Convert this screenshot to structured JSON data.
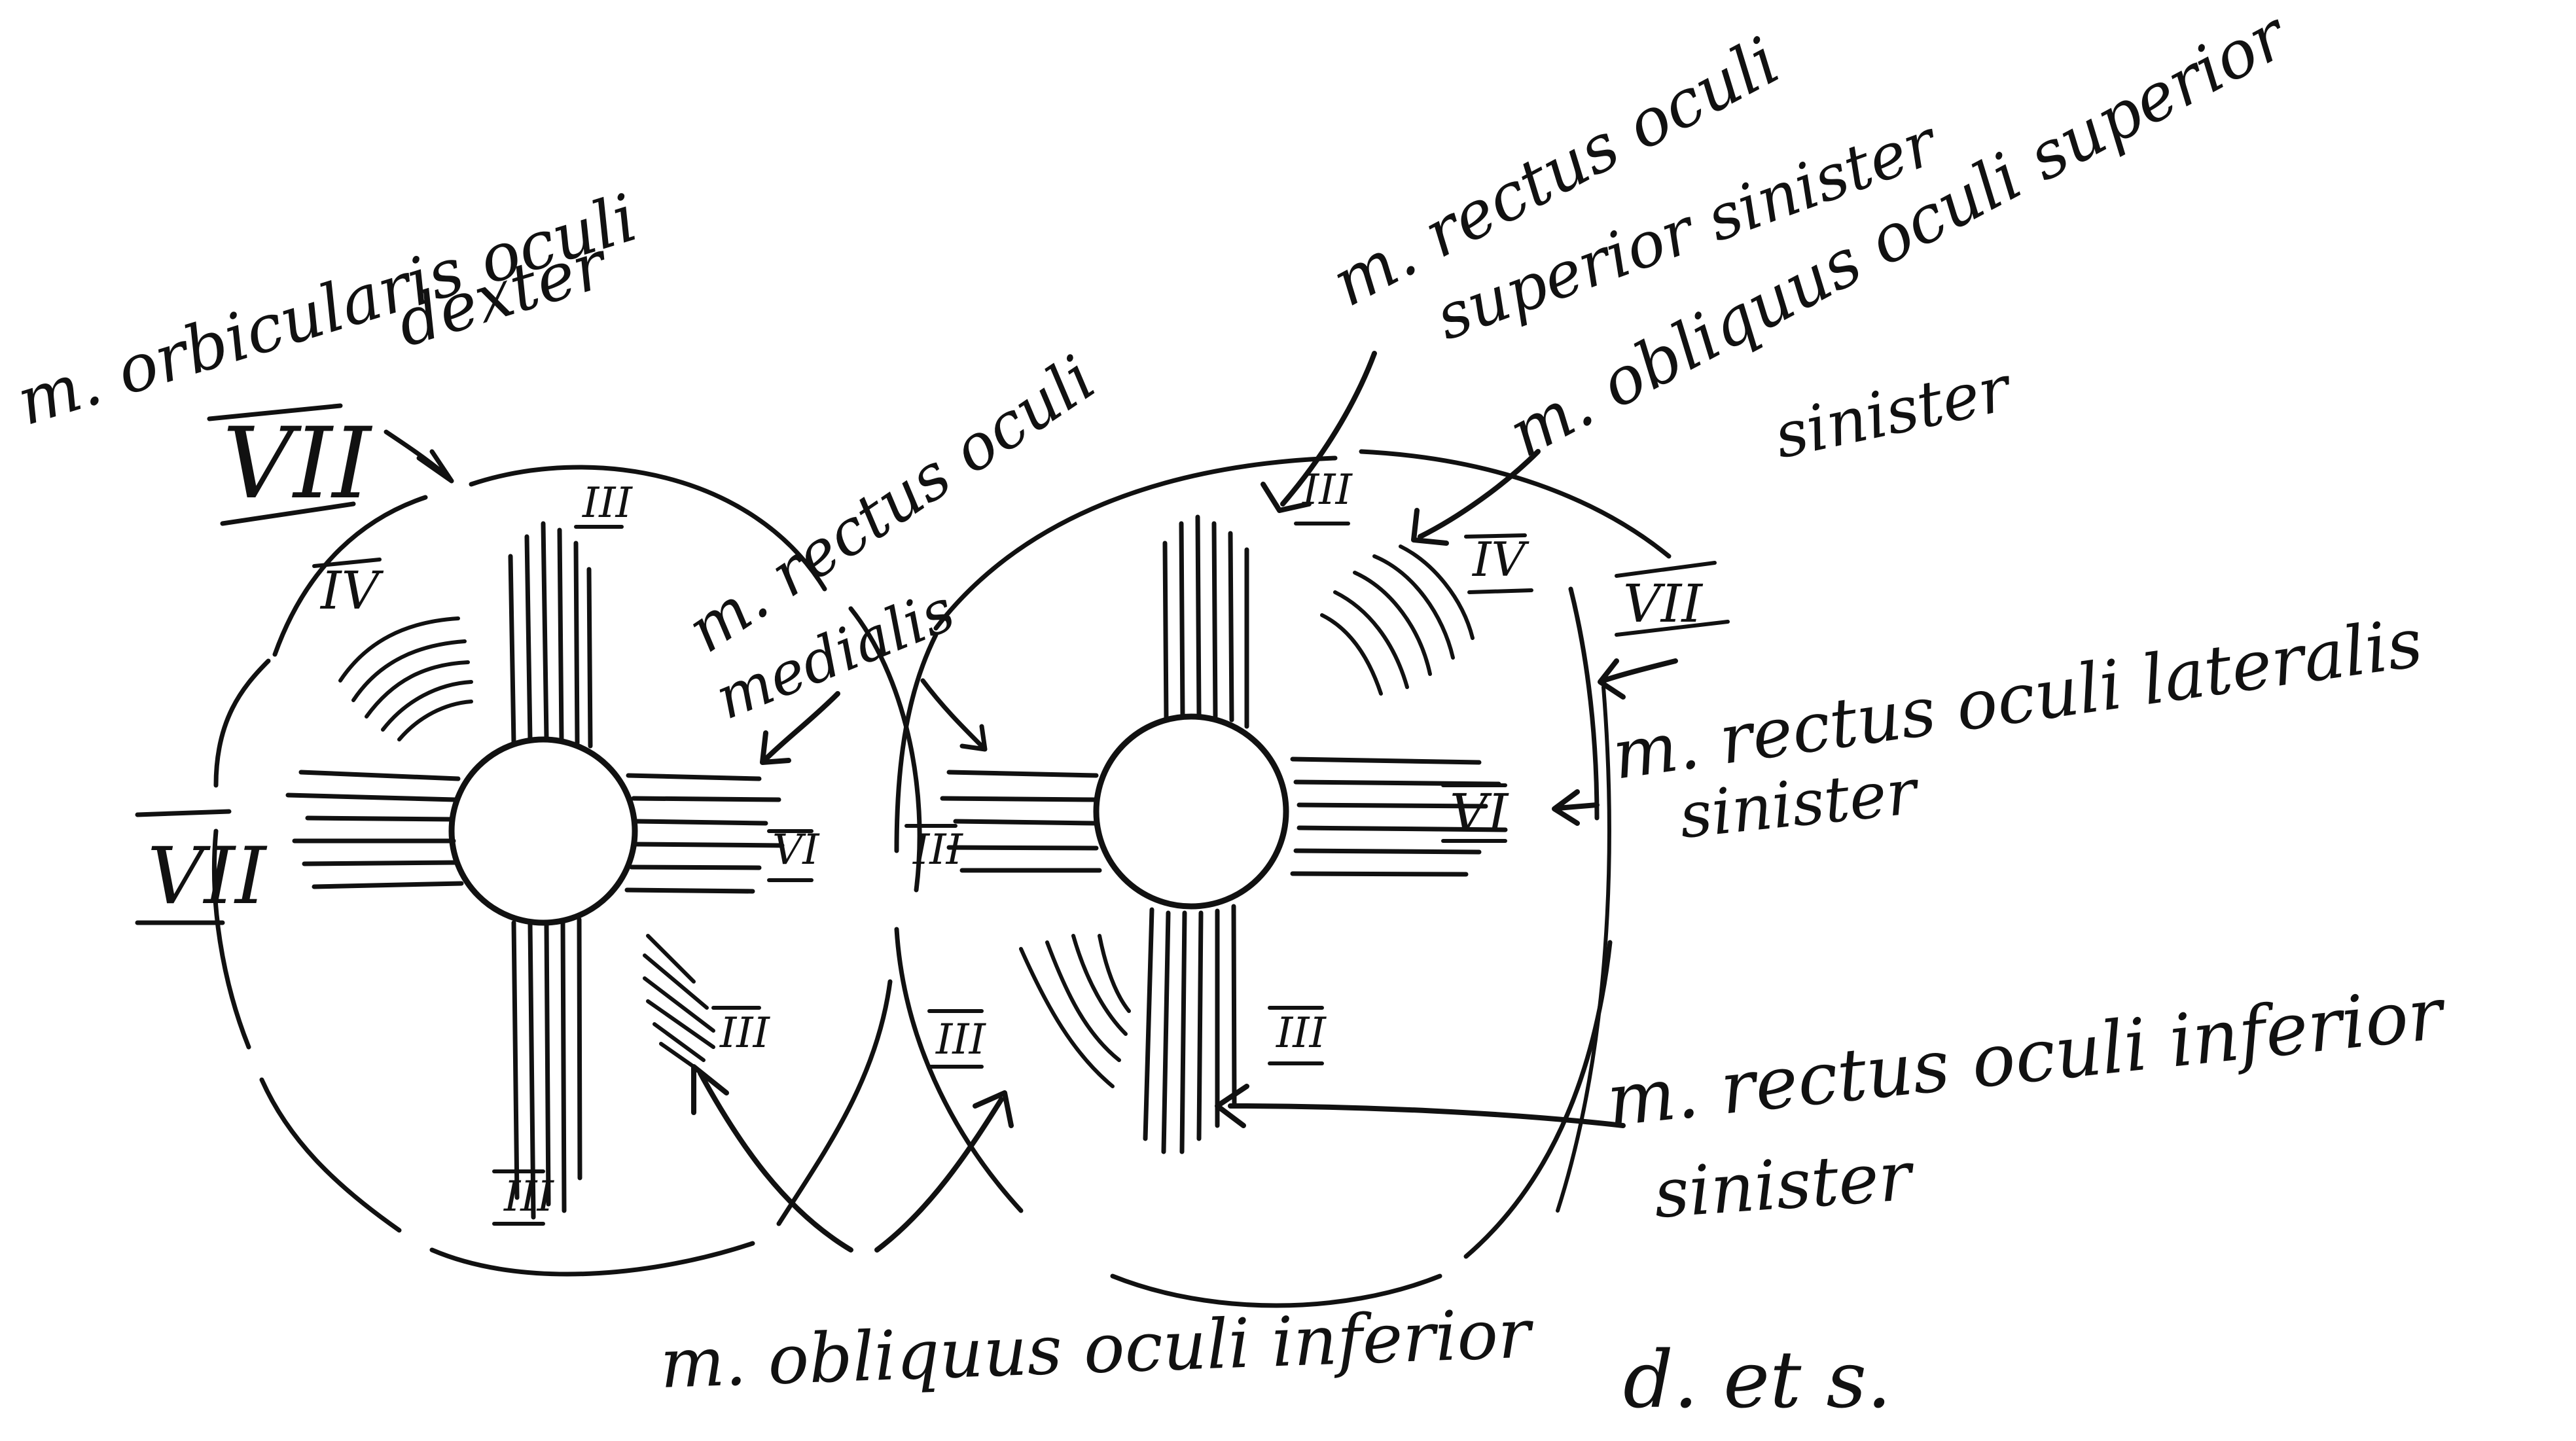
{
  "diagram": {
    "ink_color": "#111111",
    "paper_color": "#ffffff",
    "labels": {
      "orbicularis_dexter_1": "m. orbicularis oculi",
      "orbicularis_dexter_2": "dexter",
      "rectus_superior_1": "m. rectus oculi",
      "rectus_superior_2": "superior sinister",
      "obliquus_superior_1": "m. obliquus oculi superior",
      "obliquus_superior_2": "sinister",
      "rectus_medialis_1": "m. rectus oculi",
      "rectus_medialis_2": "medialis",
      "rectus_lateralis_1": "m. rectus oculi lateralis",
      "rectus_lateralis_2": "sinister",
      "rectus_inferior_1": "m. rectus oculi inferior",
      "rectus_inferior_2": "sinister",
      "obliquus_inferior": "m. obliquus oculi inferior",
      "obliquus_inferior_suffix": "d. et s."
    },
    "nerve_numerals": {
      "left_eye": {
        "orbicularis_upper": "VII",
        "orbicularis_left": "VII",
        "rectus_superior": "III",
        "obliquus_superior": "IV",
        "rectus_lateral": "VI",
        "obliquus_inferior": "III",
        "rectus_inferior": "III"
      },
      "right_eye": {
        "rectus_superior": "III",
        "obliquus_superior": "IV",
        "orbicularis": "VII",
        "rectus_lateralis": "VI",
        "rectus_medialis": "III",
        "obliquus_inferior": "III",
        "rectus_inferior": "III"
      }
    }
  }
}
